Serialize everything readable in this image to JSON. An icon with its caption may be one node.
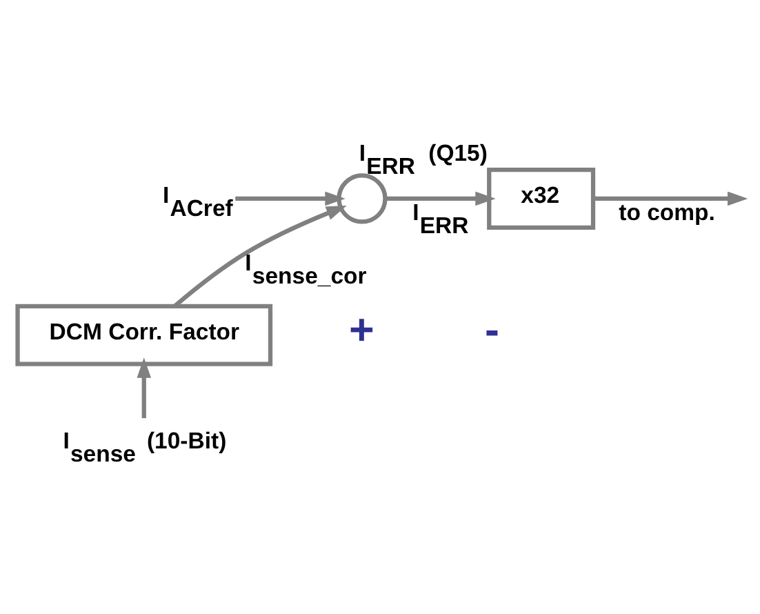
{
  "diagram": {
    "nodes": [
      {
        "text": [
          "I$_{ACref}$"
        ]
      },
      {
        "text": [],
        "shape": "circle"
      },
      {
        "text": [
          "x32"
        ],
        "beside": [
          "I$_{ERR}$ (Q15)"
        ]
      },
      {
        "text": [
          "DCM Corr. Factor"
        ]
      },
      {
        "text": [
          "I$_{sense}$ (10-Bit)"
        ]
      }
    ],
    "edges": [
      {
        "from": 0,
        "to": 1,
        "arrow": "to"
      },
      {
        "from": 1,
        "to": 2,
        "arrow": "to",
        "label": "I$_{ERR}$"
      },
      {
        "from": 2,
        "to": null,
        "arrow": "to",
        "label": "to comp."
      },
      {
        "from": 3,
        "to": 1,
        "arrow": "to",
        "label": "I$_{sense_cor}$"
      },
      {
        "from": 4,
        "to": 3,
        "arrow": "to"
      }
    ],
    "labels": [
      "+",
      "-"
    ]
  }
}
